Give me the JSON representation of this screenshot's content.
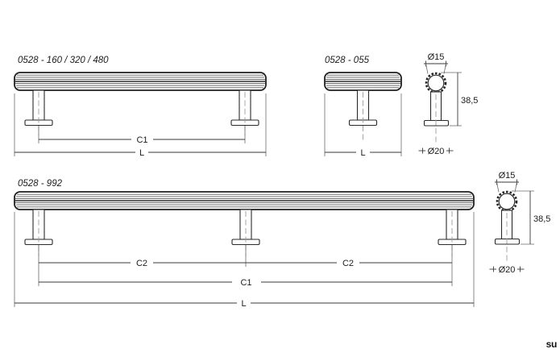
{
  "colors": {
    "background": "#ffffff",
    "line": "#2b2b2b",
    "centerline": "#9c9c9c"
  },
  "drawing1": {
    "label": "0528 - 160 / 320 / 480",
    "dim_c1": "C1",
    "dim_l": "L"
  },
  "drawing2": {
    "label": "0528 - 055",
    "dim_l": "L"
  },
  "side_view_top": {
    "dim_top_diameter": "Ø15",
    "dim_height": "38,5",
    "dim_base_diameter": "Ø20"
  },
  "drawing3": {
    "label": "0528 - 992",
    "dim_c2_left": "C2",
    "dim_c2_right": "C2",
    "dim_c1": "C1",
    "dim_l": "L"
  },
  "side_view_bottom": {
    "dim_top_diameter": "Ø15",
    "dim_height": "38,5",
    "dim_base_diameter": "Ø20"
  },
  "branding": {
    "logo": "su"
  }
}
